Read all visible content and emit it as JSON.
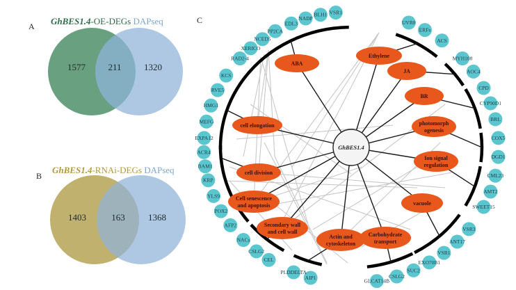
{
  "panel_a": {
    "letter": "A",
    "title_gene": "GhBES1.4",
    "title_suffix": "-OE-DEGs",
    "title_right": "DAPseq",
    "left_only": "1577",
    "overlap": "211",
    "right_only": "1320",
    "colors": {
      "left": "#4f8f6a",
      "right": "#8fb3d9",
      "title_left": "#2f6b4a",
      "title_right": "#7ea7cf"
    }
  },
  "panel_b": {
    "letter": "B",
    "title_gene": "GhBES1.4",
    "title_suffix": "-RNAi-DEGs",
    "title_right": "DAPseq",
    "left_only": "1403",
    "overlap": "163",
    "right_only": "1368",
    "colors": {
      "left": "#b9a85e",
      "right": "#8fb3d9",
      "title_left": "#b29a3a",
      "title_right": "#7ea7cf"
    }
  },
  "panel_c": {
    "letter": "C",
    "center": "GhBES1.4",
    "colors": {
      "category": "#e8581c",
      "leaf": "#5cc6cf",
      "edge": "#1a1a1a",
      "cross_edge": "#c8c8c8"
    },
    "categories": [
      {
        "id": "aba",
        "label": [
          "ABA"
        ]
      },
      {
        "id": "ethylene",
        "label": [
          "Ethylene"
        ]
      },
      {
        "id": "ja",
        "label": [
          "JA"
        ]
      },
      {
        "id": "br",
        "label": [
          "BR"
        ]
      },
      {
        "id": "photo",
        "label": [
          "photomorph",
          "ogenesis"
        ]
      },
      {
        "id": "ion",
        "label": [
          "Ion signal",
          "regulation"
        ]
      },
      {
        "id": "vacuole",
        "label": [
          "vacuole"
        ]
      },
      {
        "id": "carb",
        "label": [
          "Carbohydrate",
          "transport"
        ]
      },
      {
        "id": "actin",
        "label": [
          "Actin and",
          "cytoskeleton"
        ]
      },
      {
        "id": "secwall",
        "label": [
          "Secondary wall",
          "and cell wall"
        ]
      },
      {
        "id": "senes",
        "label": [
          "Cell senescence",
          "and apoptosis"
        ]
      },
      {
        "id": "division",
        "label": [
          "cell division"
        ]
      },
      {
        "id": "elong",
        "label": [
          "cell elongation"
        ]
      }
    ],
    "leaves": [
      "VSR1",
      "BLH1",
      "NADP",
      "EDL3",
      "PP2CA",
      "NCED5",
      "XERICO",
      "RAD2-4",
      "KCS",
      "RVE5",
      "HMG1",
      "MEFG",
      "EXPA12",
      "ACR4",
      "BAM1",
      "KRP",
      "YLS9",
      "POX2",
      "AFP2",
      "NACs",
      "CSLG2",
      "CEL",
      "PLDDELTA",
      "AIP1",
      "GLCAT14B",
      "CSLG2",
      "SUC2",
      "EXO70B1",
      "VSR1",
      "ANT17",
      "VSR3",
      "SWEET15",
      "AMT2",
      "CML23",
      "DGD1",
      "COX5",
      "BRL",
      "CYP90D1",
      "CPD",
      "AOC4",
      "MYH108",
      "ACS",
      "ERFs",
      "UVR8"
    ]
  }
}
